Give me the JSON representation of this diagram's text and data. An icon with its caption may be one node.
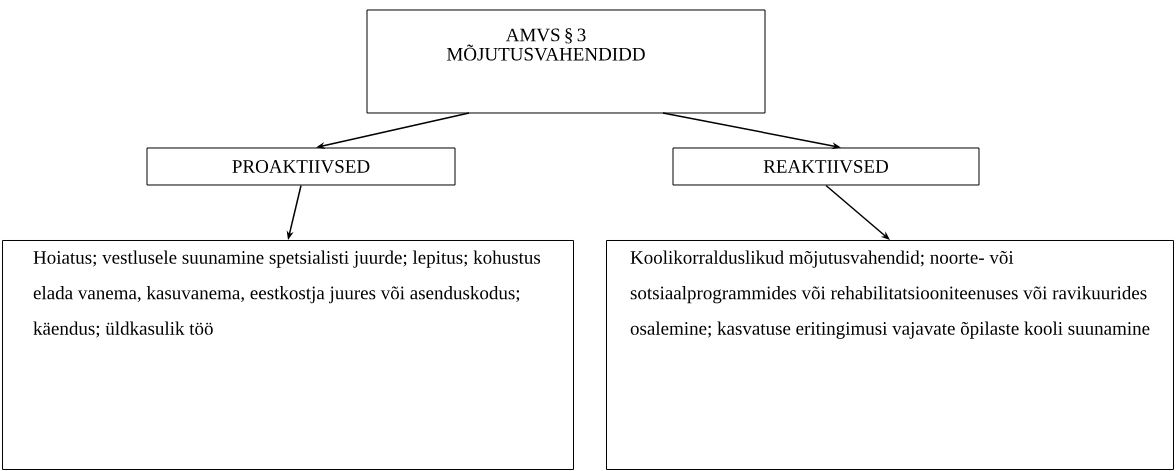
{
  "diagram": {
    "nodes": [
      {
        "text": [
          "AMVS § 3 MÕJUTUSVAHENDIDD"
        ]
      },
      {
        "text": [
          "PROAKTIIVSED"
        ]
      },
      {
        "text": [
          "REAKTIIVSED"
        ]
      },
      {
        "text": [
          "Hoiatus; vestlusele suunamine spetsialisti juurde; lepitus; kohustus elada vanema, kasuvanema, eestkostja juures või asenduskodus; käendus; üldkasulik töö"
        ]
      },
      {
        "text": [
          "Koolikorralduslikud mõjutusvahendid; noorte- või sotsiaalprogrammides või rehabilitatsiooniteenuses või ravikuurides osalemine; kasvatuse eritingimusi vajavate õpilaste kooli suunamine"
        ]
      }
    ],
    "edges": [
      {
        "from": 0,
        "to": 1,
        "arrow": "to"
      },
      {
        "from": 0,
        "to": 2,
        "arrow": "to"
      },
      {
        "from": 1,
        "to": 3,
        "arrow": "to"
      },
      {
        "from": 2,
        "to": 4,
        "arrow": "to"
      }
    ]
  }
}
